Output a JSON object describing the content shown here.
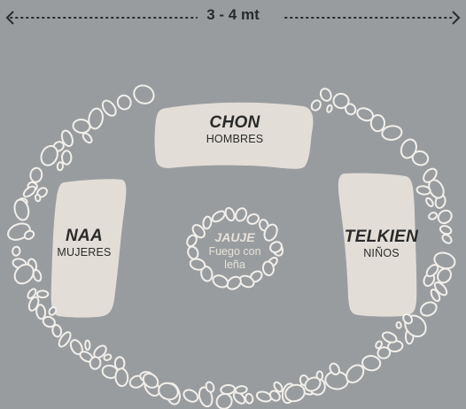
{
  "measure": {
    "label": "3 - 4 mt"
  },
  "areas": {
    "top": {
      "name": "CHON",
      "desc": "HOMBRES"
    },
    "left": {
      "name": "NAA",
      "desc": "MUJERES"
    },
    "right": {
      "name": "TELKIEN",
      "desc": "NIÑOS"
    }
  },
  "fire": {
    "name": "JAUJE",
    "desc": "Fuego con leña"
  },
  "colors": {
    "background": "#999c9f",
    "seat_fill": "#e2ded7",
    "stone_stroke": "#f2efea",
    "text_dark": "#2a2a2a"
  }
}
